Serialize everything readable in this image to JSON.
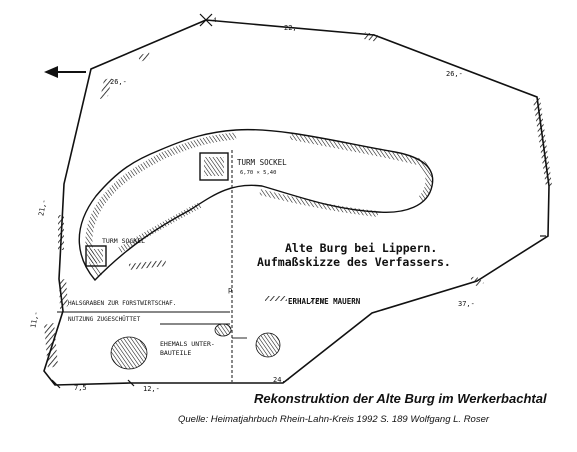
{
  "caption": {
    "title": "Rekonstruktion der Alte Burg im Werkerbachtal",
    "source": "Quelle: Heimatjahrbuch Rhein-Lahn-Kreis 1992 S. 189 Wolfgang L. Roser"
  },
  "sketch": {
    "heading_line1": "Alte Burg bei Lippern.",
    "heading_line2": "Aufmaßskizze des Verfassers.",
    "label_turmsockel_upper": "TURM SOCKEL",
    "label_turmsockel_upper_dims": "6,70 × 5,40",
    "label_turmsockel_left": "TURM SOCKEL",
    "label_mauern": "ERHALTENE MAUERN",
    "label_halsgraben_line1": "HALSGRABEN ZUR FORSTWIRTSCHAF.",
    "label_halsgraben_line2": "NUTZUNG ZUGESCHÜTTET",
    "label_ehemals_line1": "EHEMALS UNTER-",
    "label_ehemals_line2": "BAUTEILE",
    "dim_top": "22,-",
    "dim_upper_left": "26,-",
    "dim_upper_right": "26,-",
    "dim_left": "21,-",
    "dim_right": "37,-",
    "dim_bottom": "24,-",
    "dim_bottom_left": "12,-",
    "dim_bottom_far_left": "7,5",
    "dim_left_lower": "11,-",
    "mark_p": "p",
    "mark_4": "4"
  },
  "colors": {
    "ink": "#111111",
    "background": "#ffffff"
  }
}
